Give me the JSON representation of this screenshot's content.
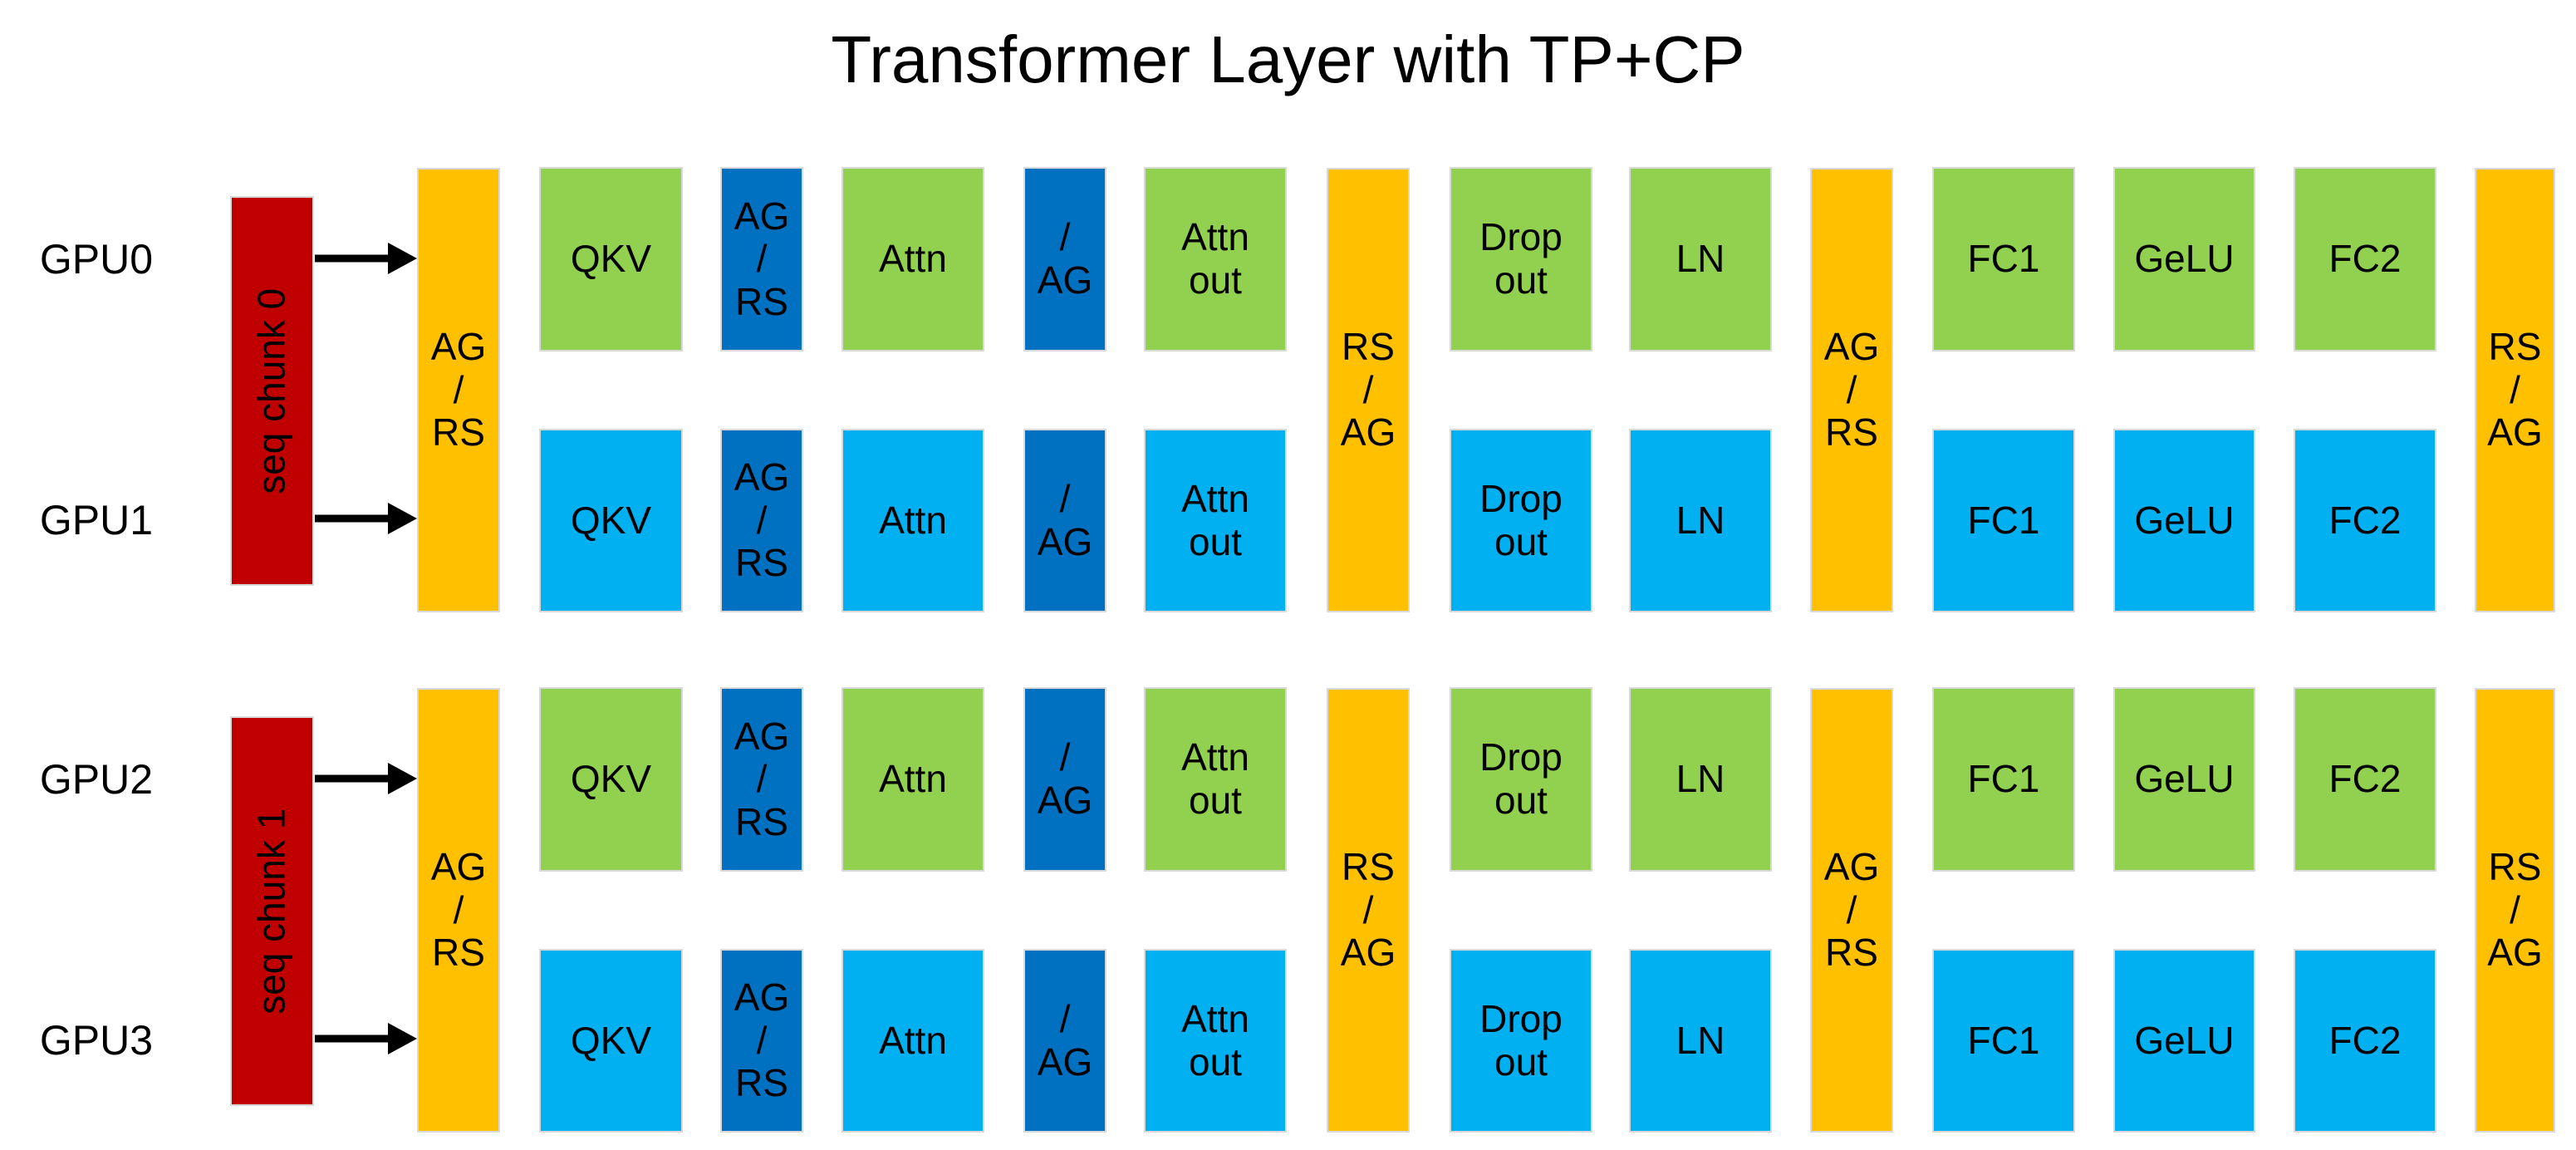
{
  "title": "Transformer Layer with TP+CP",
  "colors": {
    "row_top": "#92D050",
    "row_bottom": "#00B0F0",
    "comm_inner": "#0070C0",
    "comm_outer": "#FFC000",
    "seq_chunk": "#C00000",
    "box_border": "#D9D9D9",
    "arrow": "#000000",
    "text": "#000000",
    "background": "#FFFFFF"
  },
  "groups": [
    {
      "gpu_top_label": "GPU0",
      "gpu_bottom_label": "GPU1",
      "seq_chunk_label": "seq chunk 0",
      "comm": {
        "in": "AG\n/\nRS",
        "mid_attn": "RS\n/\nAG",
        "mid_mlp": "AG\n/\nRS",
        "out": "RS\n/\nAG"
      },
      "ops": {
        "qkv": "QKV",
        "attn_comm_in": "AG\n/\nRS",
        "attn": "Attn",
        "attn_comm_out": "/\nAG",
        "attn_out": "Attn\nout",
        "dropout": "Drop\nout",
        "ln": "LN",
        "fc1": "FC1",
        "gelu": "GeLU",
        "fc2": "FC2"
      }
    },
    {
      "gpu_top_label": "GPU2",
      "gpu_bottom_label": "GPU3",
      "seq_chunk_label": "seq chunk 1",
      "comm": {
        "in": "AG\n/\nRS",
        "mid_attn": "RS\n/\nAG",
        "mid_mlp": "AG\n/\nRS",
        "out": "RS\n/\nAG"
      },
      "ops": {
        "qkv": "QKV",
        "attn_comm_in": "AG\n/\nRS",
        "attn": "Attn",
        "attn_comm_out": "/\nAG",
        "attn_out": "Attn\nout",
        "dropout": "Drop\nout",
        "ln": "LN",
        "fc1": "FC1",
        "gelu": "GeLU",
        "fc2": "FC2"
      }
    }
  ]
}
